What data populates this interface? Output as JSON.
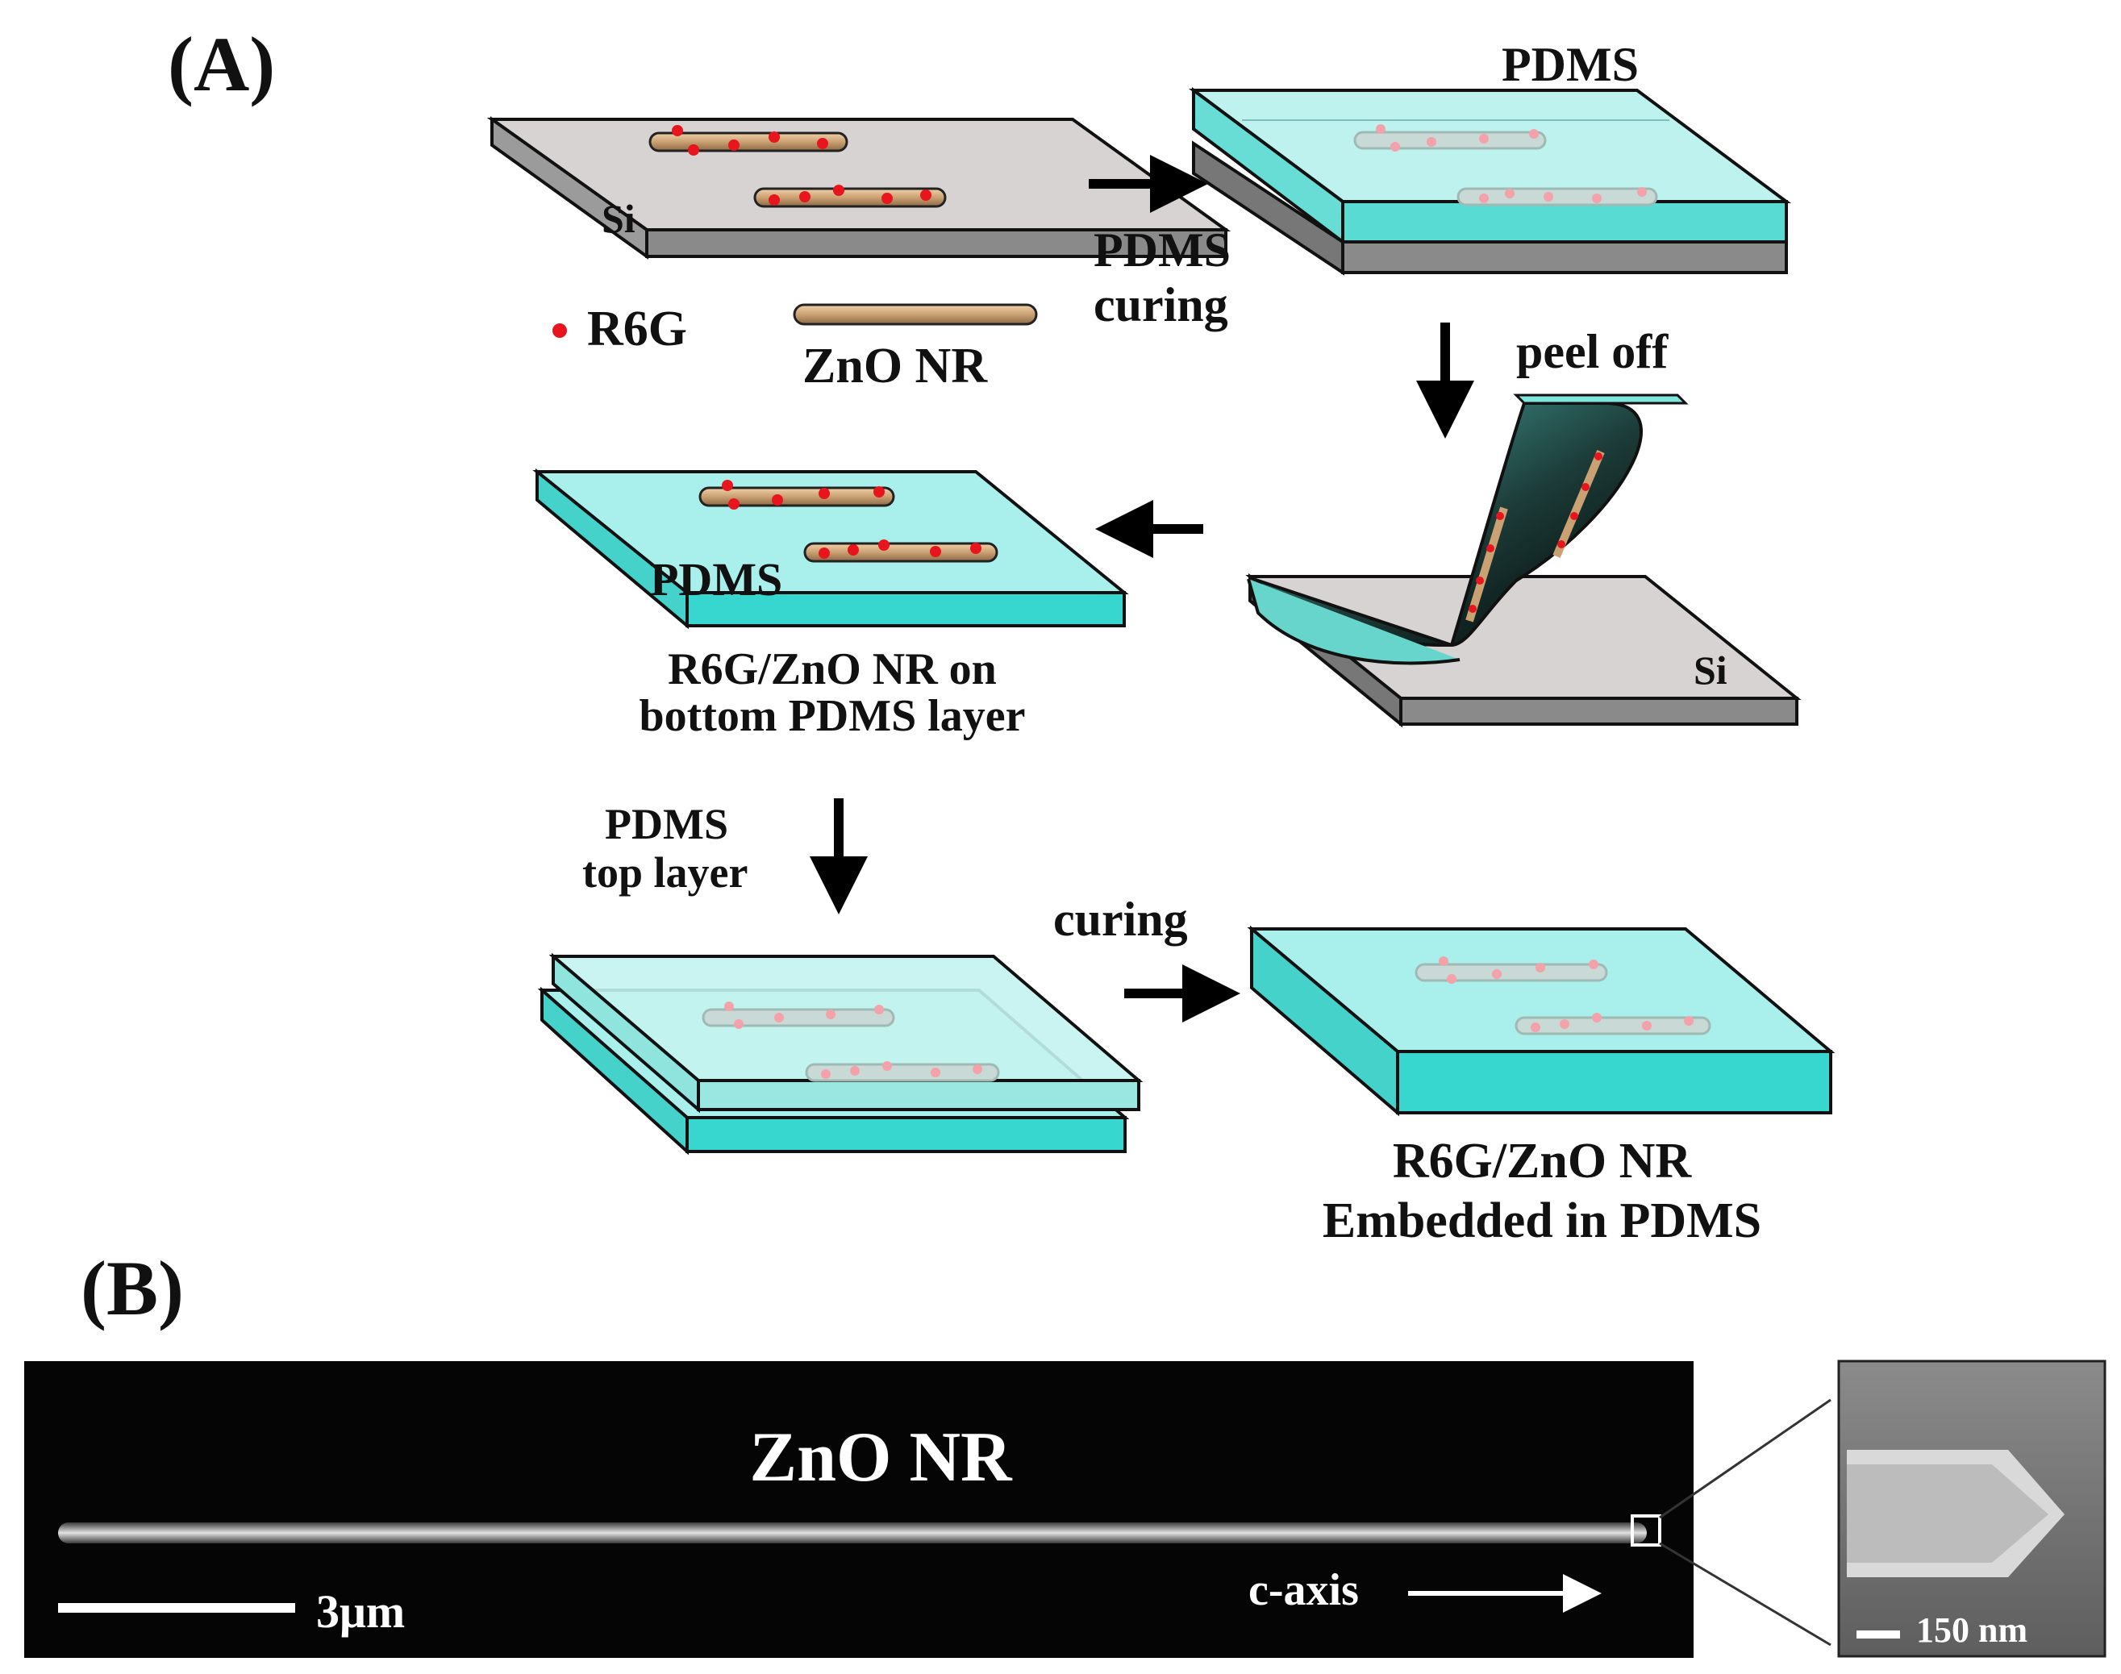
{
  "panel_a": {
    "label": "(A)",
    "si_label_1": "Si",
    "legend_r6g": "R6G",
    "legend_zno": "ZnO NR",
    "pdms_label_top": "PDMS",
    "arrow1_line1": "PDMS",
    "arrow1_line2": "curing",
    "peel_label": "peel off",
    "si_label_2": "Si",
    "pdms_label_bottom": "PDMS",
    "caption_bottom_line1": "R6G/ZnO NR on",
    "caption_bottom_line2": "bottom PDMS layer",
    "top_layer_line1": "PDMS",
    "top_layer_line2": "top layer",
    "curing_label": "curing",
    "final_line1": "R6G/ZnO NR",
    "final_line2": "Embedded in PDMS"
  },
  "panel_b": {
    "label": "(B)",
    "title": "ZnO NR",
    "scale_bar_label": "3μm",
    "axis_label": "c-axis",
    "inset_scale_label": "150 nm"
  },
  "colors": {
    "si_top": "#d8d3d3",
    "si_side": "#8a8a8a",
    "pdms_top": "#a9f0ec",
    "pdms_side": "#37d6cf",
    "rod": "#c9a173",
    "dot": "#e8141e"
  }
}
